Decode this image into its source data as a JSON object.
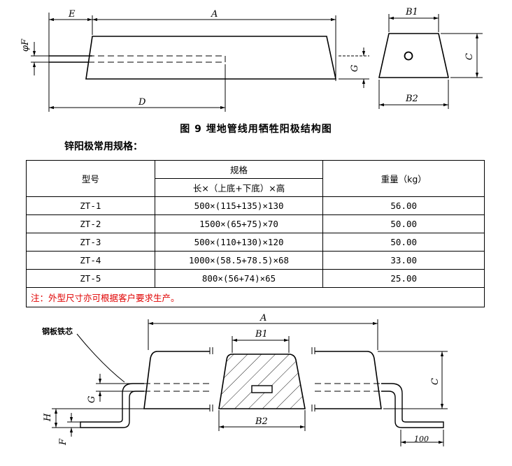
{
  "top_figure": {
    "labels": {
      "E": "E",
      "A": "A",
      "phiF": "φF",
      "G": "G",
      "D": "D",
      "B1": "B1",
      "B2": "B2",
      "C": "C"
    },
    "caption": "图 9   埋地管线用牺牲阳极结构图"
  },
  "subtitle": "锌阳极常用规格：",
  "table": {
    "header": {
      "model": "型号",
      "spec": "规格",
      "spec_sub": "长×（上底+下底）×高",
      "weight": "重量（kg）"
    },
    "rows": [
      {
        "model": "ZT-1",
        "spec": "500×(115+135)×130",
        "weight": "56.00"
      },
      {
        "model": "ZT-2",
        "spec": "1500×(65+75)×70",
        "weight": "50.00"
      },
      {
        "model": "ZT-3",
        "spec": "500×(110+130)×120",
        "weight": "50.00"
      },
      {
        "model": "ZT-4",
        "spec": "1000×(58.5+78.5)×68",
        "weight": "33.00"
      },
      {
        "model": "ZT-5",
        "spec": "800×(56+74)×65",
        "weight": "25.00"
      }
    ],
    "note": "注：外型尺寸亦可根据客户要求生产。"
  },
  "bottom_figure": {
    "labels": {
      "core": "钢板铁芯",
      "A": "A",
      "B1": "B1",
      "B2": "B2",
      "C": "C",
      "G": "G",
      "H": "H",
      "F": "F",
      "dim100": "100"
    }
  }
}
